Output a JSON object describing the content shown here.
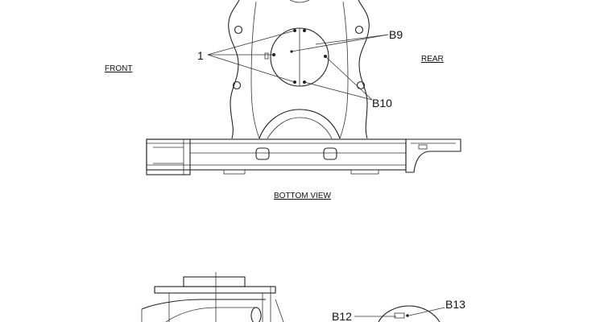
{
  "labels": {
    "front": "FRONT",
    "rear": "REAR",
    "bottom_view": "BOTTOM VIEW",
    "callout_1": "1",
    "callout_b9": "B9",
    "callout_b10": "B10",
    "callout_b12": "B12",
    "callout_b13": "B13"
  },
  "colors": {
    "line": "#222222",
    "background": "#ffffff"
  }
}
